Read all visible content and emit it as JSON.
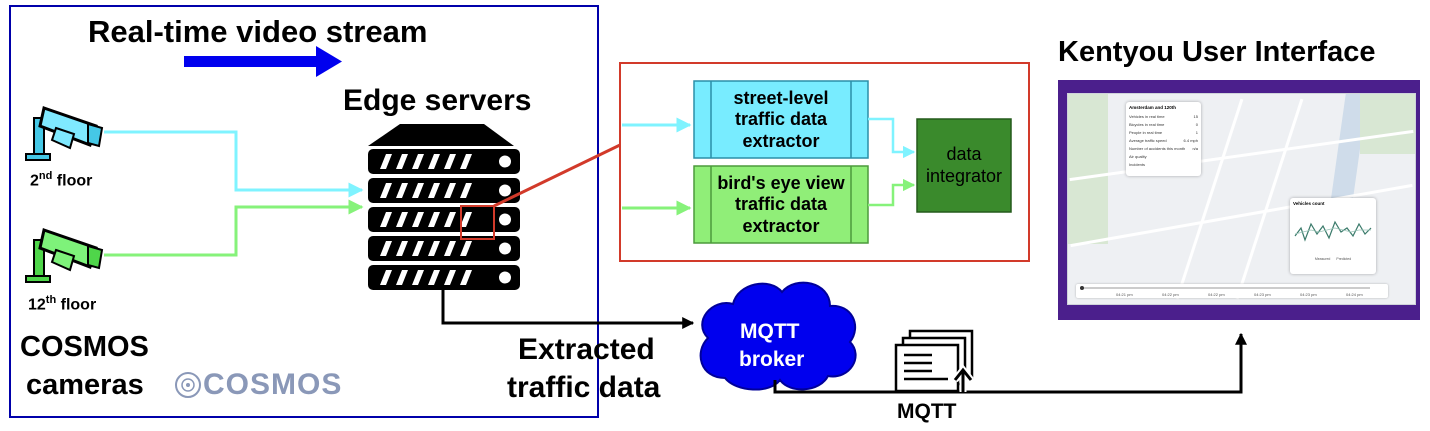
{
  "title_stream": "Real-time video stream",
  "cameras": {
    "floor2_num": "2",
    "floor2_sup": "nd",
    "floor2_word": " floor",
    "floor12_num": "12",
    "floor12_sup": "th",
    "floor12_word": " floor",
    "group_line1": "COSMOS",
    "group_line2": "cameras",
    "logo_text": "COSMOS"
  },
  "edge_servers_label": "Edge servers",
  "pipeline": {
    "street_level": "street-level traffic data extractor",
    "birds_eye": "bird's eye view traffic data extractor",
    "integrator": "data integrator"
  },
  "extracted_line1": "Extracted",
  "extracted_line2": "traffic data",
  "broker_line1": "MQTT",
  "broker_line2": "broker",
  "mqtt_label": "MQTT",
  "ui_title": "Kentyou User Interface",
  "ui_screenshot": {
    "sidebar_title": "Amsterdam and 120th",
    "sidebar_rows": [
      {
        "label": "Vehicles in real time",
        "value": "15"
      },
      {
        "label": "Bicycles in real time",
        "value": "0"
      },
      {
        "label": "People in real time",
        "value": "1"
      },
      {
        "label": "Average traffic speed",
        "value": "6.4 mph"
      },
      {
        "label": "Number of accidents this month",
        "value": "n/a"
      },
      {
        "label": "Air quality",
        "value": ""
      },
      {
        "label": "Incidents",
        "value": ""
      }
    ],
    "chart_title": "Vehicles count",
    "legend_measured": "Measured",
    "legend_predicted": "Predicted",
    "times": [
      "04:21 pm",
      "04:22 pm",
      "04:22 pm",
      "04:23 pm",
      "04:23 pm",
      "04:24 pm"
    ]
  },
  "colors": {
    "stream_arrow": "#0000ee",
    "cosmos_frame": "#0000aa",
    "cyan_path": "#7ff3ff",
    "green_path": "#86f27a",
    "red_callout": "#d23a2a",
    "street_box": "#78ecff",
    "birds_box": "#90ee78",
    "integrator_box": "#3a8a2c",
    "broker_cloud": "#0000ee",
    "ui_frame": "#4b1f8c"
  }
}
